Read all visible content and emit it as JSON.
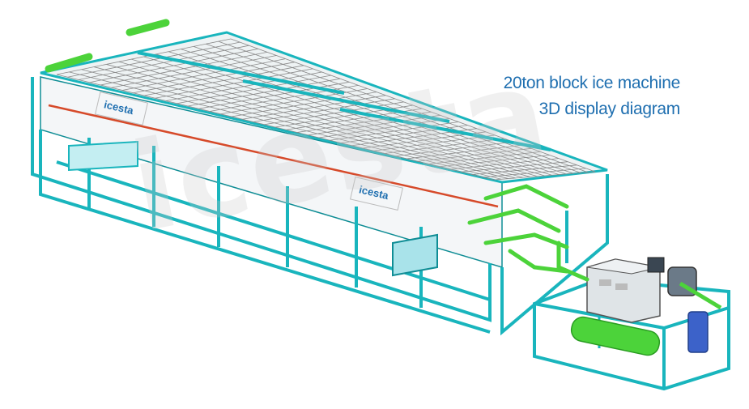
{
  "caption": {
    "line1": "20ton block ice machine",
    "line2": "3D display diagram"
  },
  "brand": {
    "logo_text": "icesta",
    "watermark_text": "icesta"
  },
  "colors": {
    "frame": "#19b5bd",
    "frame_dark": "#0f8d95",
    "pipe_green": "#4cd33a",
    "pipe_red": "#d64a2a",
    "grid": "#8a8a8a",
    "tank": "#3c62c9",
    "caption": "#1f6fb0",
    "panel": "#f4f6f8"
  },
  "icons": {
    "machine": "block-ice-machine-illustration",
    "condenser": "condenser-unit-illustration",
    "control": "control-cabinet-illustration"
  }
}
